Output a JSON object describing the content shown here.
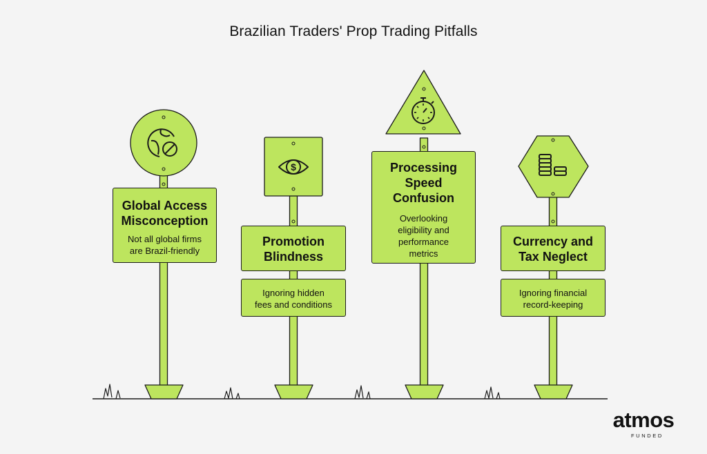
{
  "title": "Brazilian Traders' Prop Trading Pitfalls",
  "signs": [
    {
      "heading": "Global Access Misconception",
      "heading_lines": [
        "Global Access",
        "Misconception"
      ],
      "description": "Not all global firms are Brazil-friendly",
      "description_lines": [
        "Not all global firms",
        "are Brazil-friendly"
      ],
      "icon": "globe-blocked-icon",
      "shape": "circle"
    },
    {
      "heading": "Promotion Blindness",
      "heading_lines": [
        "Promotion",
        "Blindness"
      ],
      "description": "Ignoring hidden fees and conditions",
      "description_lines": [
        "Ignoring hidden",
        "fees and conditions"
      ],
      "icon": "eye-dollar-icon",
      "shape": "square"
    },
    {
      "heading": "Processing Speed Confusion",
      "heading_lines": [
        "Processing",
        "Speed",
        "Confusion"
      ],
      "description": "Overlooking eligibility and performance metrics",
      "description_lines": [
        "Overlooking",
        "eligibility and",
        "performance",
        "metrics"
      ],
      "icon": "stopwatch-icon",
      "shape": "triangle"
    },
    {
      "heading": "Currency and Tax Neglect",
      "heading_lines": [
        "Currency and",
        "Tax Neglect"
      ],
      "description": "Ignoring financial record-keeping",
      "description_lines": [
        "Ignoring financial",
        "record-keeping"
      ],
      "icon": "coin-stacks-icon",
      "shape": "hexagon"
    }
  ],
  "logo": {
    "word": "atmos",
    "sub": "FUNDED"
  },
  "colors": {
    "sign": "#bde55e",
    "outline": "#1a1a1a",
    "background": "#f4f4f4"
  }
}
